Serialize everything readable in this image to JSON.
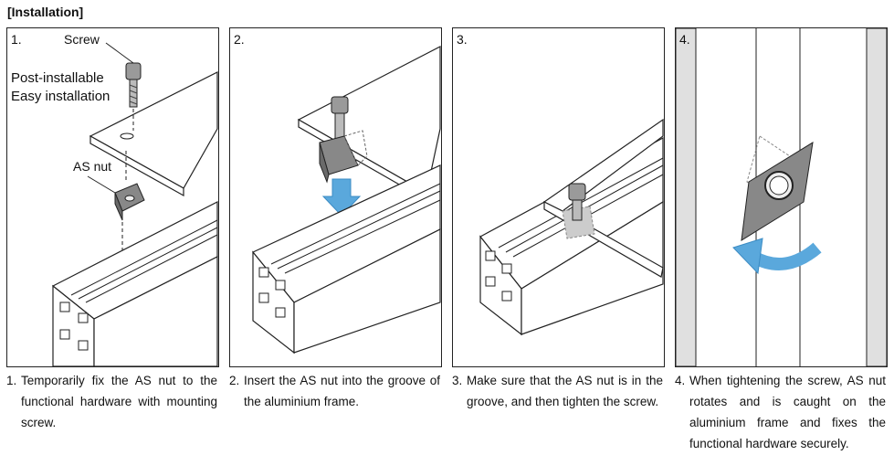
{
  "header": {
    "title": "[Installation]"
  },
  "colors": {
    "arrow": "#5aa8dc",
    "nut": "#888888",
    "ghost": "#cccccc",
    "frame_stripe": "#e0e0e0"
  },
  "steps": [
    {
      "number": "1.",
      "labels": {
        "screw": "Screw",
        "line1": "Post-installable",
        "line2": "Easy installation",
        "nut": "AS nut"
      },
      "caption_num": "1.",
      "caption": "Temporarily fix the AS nut to the functional hardware with mounting screw."
    },
    {
      "number": "2.",
      "caption_num": "2.",
      "caption": "Insert the AS nut into the groove of the aluminium frame."
    },
    {
      "number": "3.",
      "caption_num": "3.",
      "caption": "Make sure that the AS nut is in the groove, and then tighten the screw."
    },
    {
      "number": "4.",
      "caption_num": "4.",
      "caption": "When tightening the screw, AS nut rotates and is caught on the aluminium frame and fixes the functional hardware securely."
    }
  ]
}
